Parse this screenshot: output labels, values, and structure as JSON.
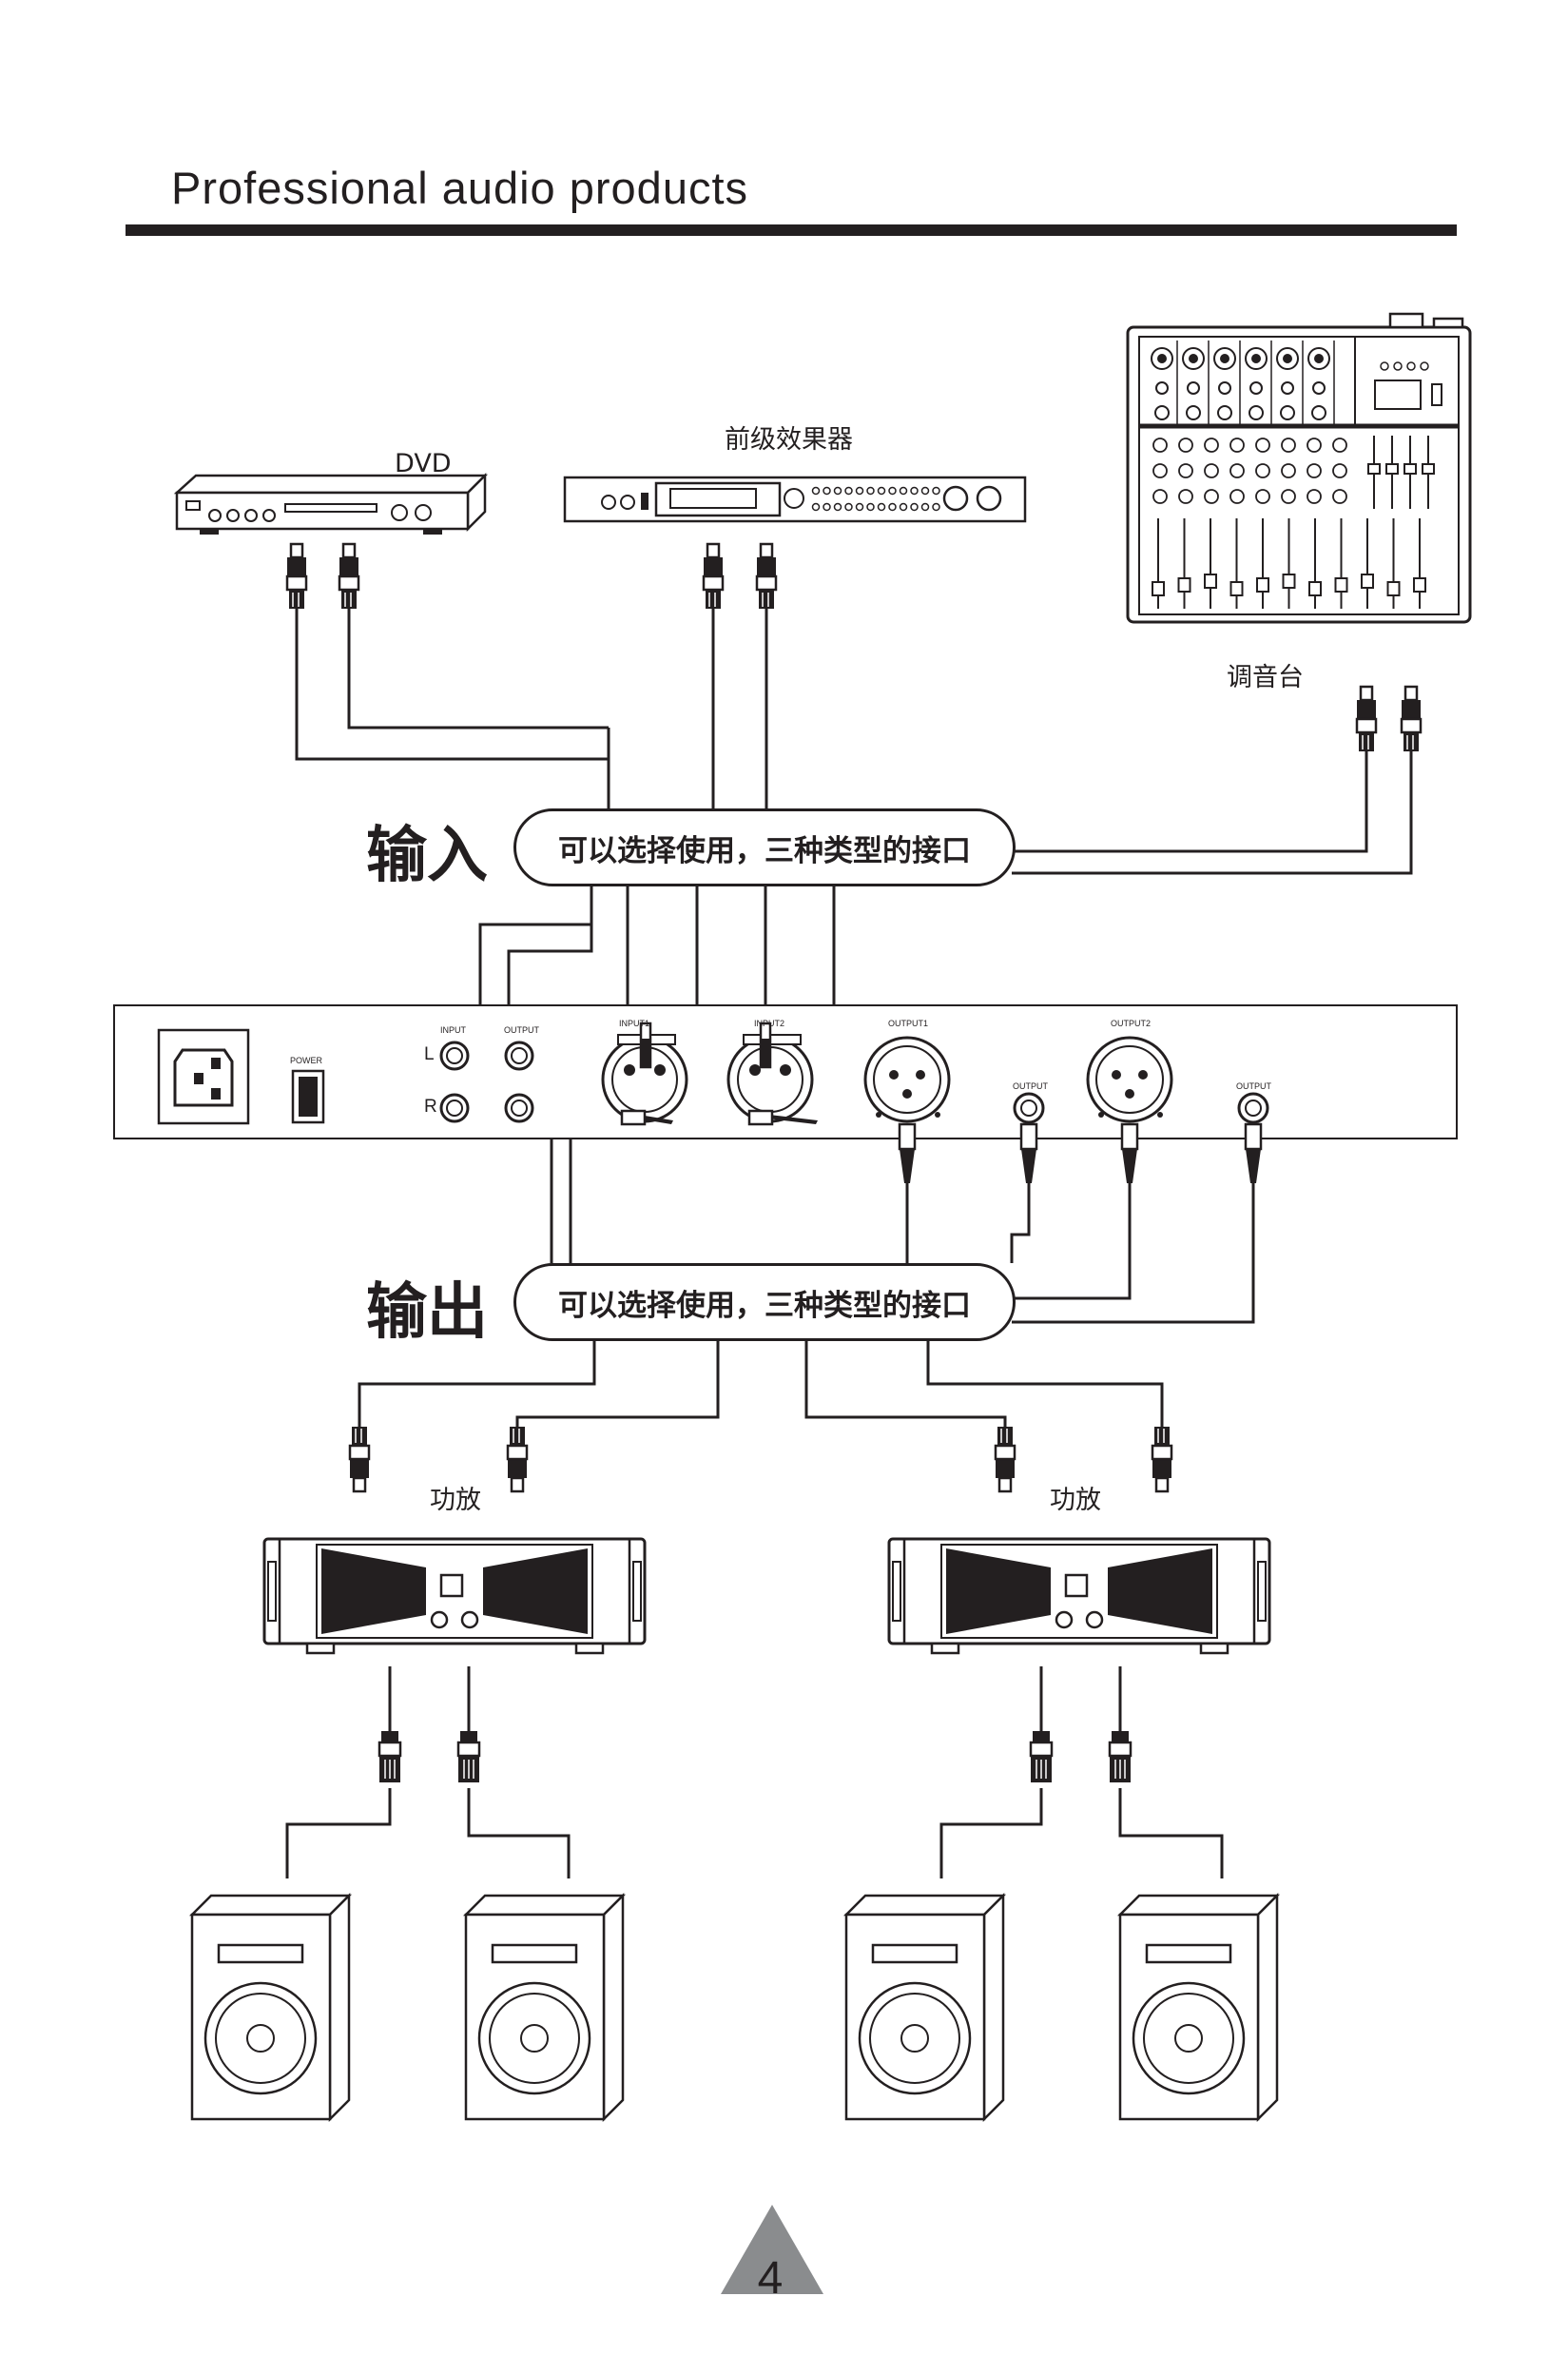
{
  "header": {
    "title": "Professional audio products"
  },
  "devices": {
    "dvd": "DVD",
    "preamp": "前级效果器",
    "mixer": "调音台",
    "amp_left": "功放",
    "amp_right": "功放"
  },
  "sections": {
    "input_label": "输入",
    "input_note": "可以选择使用，三种类型的接口",
    "output_label": "输出",
    "output_note": "可以选择使用，三种类型的接口"
  },
  "panel": {
    "power": "POWER",
    "input": "INPUT",
    "output": "OUTPUT",
    "input1": "INPUT1",
    "input2": "INPUT2",
    "output1": "OUTPUT1",
    "output2": "OUTPUT2",
    "output_jack_a": "OUTPUT",
    "output_jack_b": "OUTPUT",
    "left": "L",
    "right": "R"
  },
  "page": {
    "number": "4"
  }
}
